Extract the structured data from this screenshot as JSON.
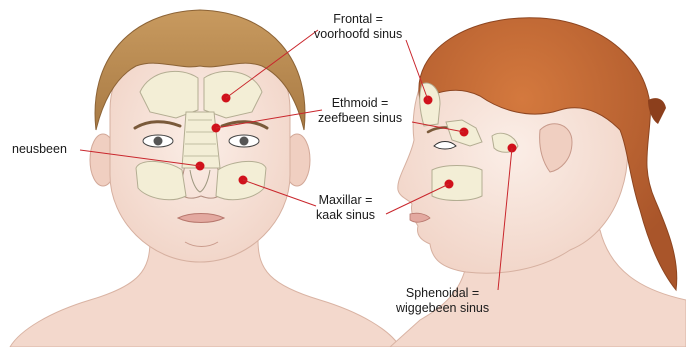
{
  "labels": {
    "frontal": {
      "line1": "Frontal =",
      "line2": "voorhoofd sinus"
    },
    "ethmoid": {
      "line1": "Ethmoid =",
      "line2": "zeefbeen sinus"
    },
    "neusbeen": "neusbeen",
    "maxillar": {
      "line1": "Maxillar =",
      "line2": "kaak sinus"
    },
    "sphenoidal": {
      "line1": "Sphenoidal =",
      "line2": "wiggebeen sinus"
    }
  },
  "colors": {
    "skin": "#f5ddd2",
    "skin_shade": "#e8c3b4",
    "hair_front": "#b5864f",
    "hair_side": "#c06a35",
    "sinus_fill": "#f3eed6",
    "sinus_outline": "#b3ad92",
    "marker": "#d0111b",
    "leader_line": "#c9262c"
  }
}
